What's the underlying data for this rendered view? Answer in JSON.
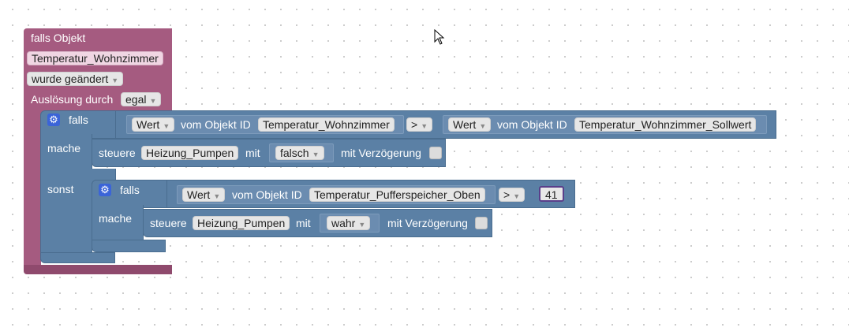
{
  "trigger": {
    "header": "falls Objekt",
    "object": "Temperatur_Wohnzimmer",
    "event": "wurde geändert",
    "trigger_label": "Auslösung durch",
    "trigger_value": "egal"
  },
  "if1": {
    "falls": "falls",
    "mache": "mache",
    "sonst": "sonst",
    "cond": {
      "left_type": "Wert",
      "left_label": "vom Objekt ID",
      "left_object": "Temperatur_Wohnzimmer",
      "operator": ">",
      "right_type": "Wert",
      "right_label": "vom Objekt ID",
      "right_object": "Temperatur_Wohnzimmer_Sollwert"
    },
    "action": {
      "steuere": "steuere",
      "object": "Heizung_Pumpen",
      "mit": "mit",
      "value": "falsch",
      "delay": "mit Verzögerung"
    }
  },
  "if2": {
    "falls": "falls",
    "mache": "mache",
    "cond": {
      "left_type": "Wert",
      "left_label": "vom Objekt ID",
      "left_object": "Temperatur_Pufferspeicher_Oben",
      "operator": ">",
      "number": "41"
    },
    "action": {
      "steuere": "steuere",
      "object": "Heizung_Pumpen",
      "mit": "mit",
      "value": "wahr",
      "delay": "mit Verzögerung"
    }
  }
}
